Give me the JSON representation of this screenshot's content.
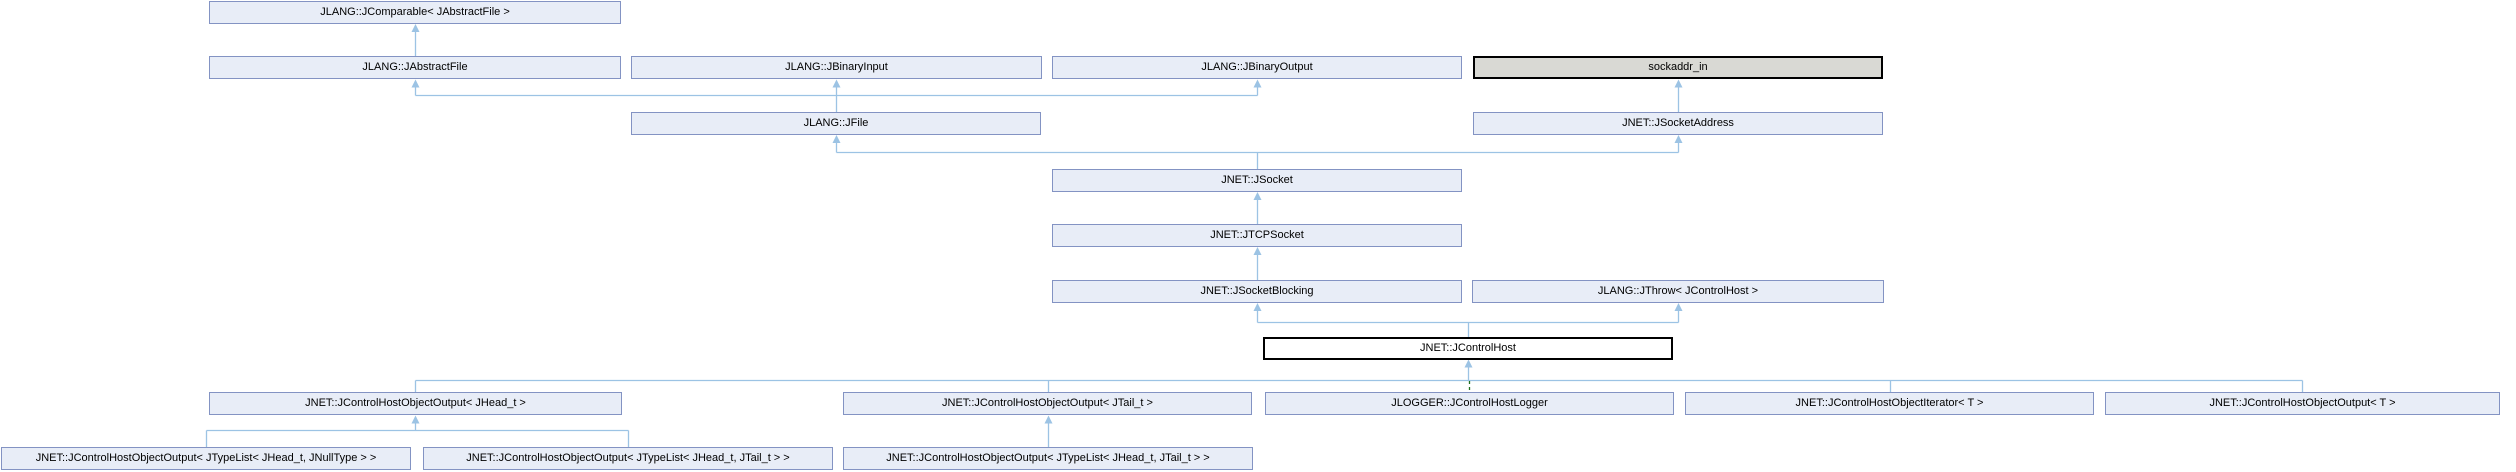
{
  "diagram_type": "class-inheritance-graph",
  "nodes": {
    "jcomparable": {
      "label": "JLANG::JComparable< JAbstractFile >"
    },
    "jabstractfile": {
      "label": "JLANG::JAbstractFile"
    },
    "jbinaryinput": {
      "label": "JLANG::JBinaryInput"
    },
    "jbinaryoutput": {
      "label": "JLANG::JBinaryOutput"
    },
    "sockaddr_in": {
      "label": "sockaddr_in"
    },
    "jfile": {
      "label": "JLANG::JFile"
    },
    "jsocketaddress": {
      "label": "JNET::JSocketAddress"
    },
    "jsocket": {
      "label": "JNET::JSocket"
    },
    "jtcpsocket": {
      "label": "JNET::JTCPSocket"
    },
    "jsocketblocking": {
      "label": "JNET::JSocketBlocking"
    },
    "jthrow": {
      "label": "JLANG::JThrow< JControlHost >"
    },
    "jcontrolhost": {
      "label": "JNET::JControlHost"
    },
    "out_jhead": {
      "label": "JNET::JControlHostObjectOutput< JHead_t >"
    },
    "out_jtail": {
      "label": "JNET::JControlHostObjectOutput< JTail_t >"
    },
    "logger": {
      "label": "JLOGGER::JControlHostLogger"
    },
    "iter_t": {
      "label": "JNET::JControlHostObjectIterator< T >"
    },
    "out_t": {
      "label": "JNET::JControlHostObjectOutput< T >"
    },
    "out_tl_null": {
      "label": "JNET::JControlHostObjectOutput< JTypeList< JHead_t, JNullType > >"
    },
    "out_tl_tail_a": {
      "label": "JNET::JControlHostObjectOutput< JTypeList< JHead_t, JTail_t > >"
    },
    "out_tl_tail_b": {
      "label": "JNET::JControlHostObjectOutput< JTypeList< JHead_t, JTail_t > >"
    }
  },
  "relations": [
    {
      "derived": "JLANG::JAbstractFile",
      "base": "JLANG::JComparable< JAbstractFile >",
      "style": "solid-blue"
    },
    {
      "derived": "JLANG::JFile",
      "base": "JLANG::JAbstractFile",
      "style": "solid-blue"
    },
    {
      "derived": "JLANG::JFile",
      "base": "JLANG::JBinaryInput",
      "style": "solid-blue"
    },
    {
      "derived": "JLANG::JFile",
      "base": "JLANG::JBinaryOutput",
      "style": "solid-blue"
    },
    {
      "derived": "JNET::JSocketAddress",
      "base": "sockaddr_in",
      "style": "solid-blue"
    },
    {
      "derived": "JNET::JSocket",
      "base": "JLANG::JFile",
      "style": "solid-blue"
    },
    {
      "derived": "JNET::JSocket",
      "base": "JNET::JSocketAddress",
      "style": "solid-blue"
    },
    {
      "derived": "JNET::JTCPSocket",
      "base": "JNET::JSocket",
      "style": "solid-blue"
    },
    {
      "derived": "JNET::JSocketBlocking",
      "base": "JNET::JTCPSocket",
      "style": "solid-blue"
    },
    {
      "derived": "JNET::JControlHost",
      "base": "JNET::JSocketBlocking",
      "style": "solid-blue"
    },
    {
      "derived": "JNET::JControlHost",
      "base": "JLANG::JThrow< JControlHost >",
      "style": "solid-blue"
    },
    {
      "derived": "JNET::JControlHostObjectOutput< JHead_t >",
      "base": "JNET::JControlHost",
      "style": "solid-blue"
    },
    {
      "derived": "JNET::JControlHostObjectOutput< JTail_t >",
      "base": "JNET::JControlHost",
      "style": "solid-blue"
    },
    {
      "derived": "JLOGGER::JControlHostLogger",
      "base": "JNET::JControlHost",
      "style": "dashed-green"
    },
    {
      "derived": "JNET::JControlHostObjectIterator< T >",
      "base": "JNET::JControlHost",
      "style": "solid-blue"
    },
    {
      "derived": "JNET::JControlHostObjectOutput< T >",
      "base": "JNET::JControlHost",
      "style": "solid-blue"
    },
    {
      "derived": "JNET::JControlHostObjectOutput< JTypeList< JHead_t, JNullType > >",
      "base": "JNET::JControlHostObjectOutput< JHead_t >",
      "style": "solid-blue"
    },
    {
      "derived": "JNET::JControlHostObjectOutput< JTypeList< JHead_t, JTail_t > >",
      "base": "JNET::JControlHostObjectOutput< JHead_t >",
      "style": "solid-blue"
    },
    {
      "derived": "JNET::JControlHostObjectOutput< JTypeList< JHead_t, JTail_t > >",
      "base": "JNET::JControlHostObjectOutput< JTail_t >",
      "style": "solid-blue"
    }
  ],
  "colors": {
    "node_fill": "#E8EDF7",
    "node_border": "#8393C3",
    "plain_node_fill": "#D9D9D4",
    "current_node_fill": "#FFFFFF",
    "highlight_border": "#000000",
    "edge_blue": "#9CC3E4",
    "edge_green": "#1F6F1F",
    "text": "#000000",
    "background": "#FFFFFF"
  }
}
